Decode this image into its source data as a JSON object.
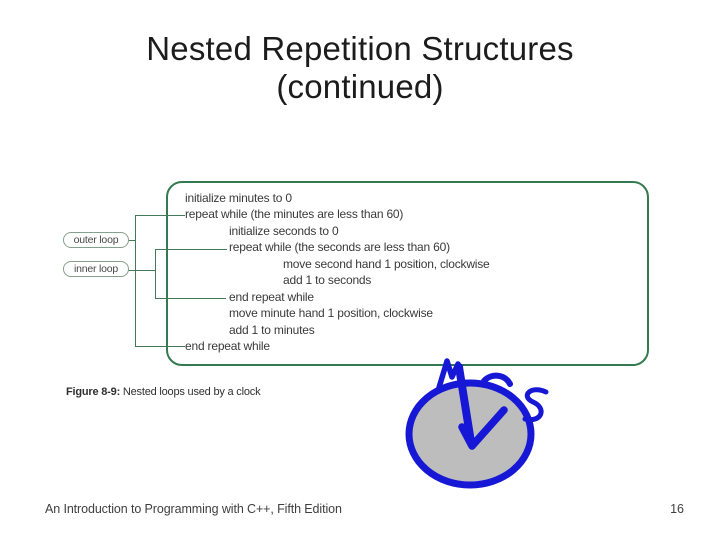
{
  "slide": {
    "title_line1": "Nested Repetition Structures",
    "title_line2": "(continued)",
    "footer": "An Introduction to Programming with C++, Fifth Edition",
    "page_number": "16"
  },
  "figure": {
    "caption_label": "Figure 8-9:",
    "caption_text": " Nested loops used by a clock",
    "labels": {
      "outer": "outer loop",
      "inner": "inner loop"
    },
    "pseudocode": [
      {
        "indent": 0,
        "text": "initialize minutes to 0"
      },
      {
        "indent": 0,
        "text": "repeat while (the minutes are less than 60)"
      },
      {
        "indent": 1,
        "text": "initialize seconds to 0"
      },
      {
        "indent": 1,
        "text": "repeat while (the seconds are less than 60)"
      },
      {
        "indent": 2,
        "text": "move second hand 1 position, clockwise"
      },
      {
        "indent": 2,
        "text": "add 1 to seconds"
      },
      {
        "indent": 1,
        "text": "end repeat while"
      },
      {
        "indent": 1,
        "text": "move minute hand 1 position, clockwise"
      },
      {
        "indent": 1,
        "text": "add 1 to minutes"
      },
      {
        "indent": 0,
        "text": "end repeat while"
      }
    ],
    "colors": {
      "box_border": "#337a4e",
      "connector_line": "#457a58",
      "code_text": "#3a3a3a"
    }
  },
  "doodle": {
    "description": "hand-drawn blue ink clock with gray face, minute hand marked M and second hand marked S",
    "hand_labels": [
      "M",
      "S"
    ],
    "ink_color": "#1717d6",
    "face_fill": "#bdbdbd"
  }
}
